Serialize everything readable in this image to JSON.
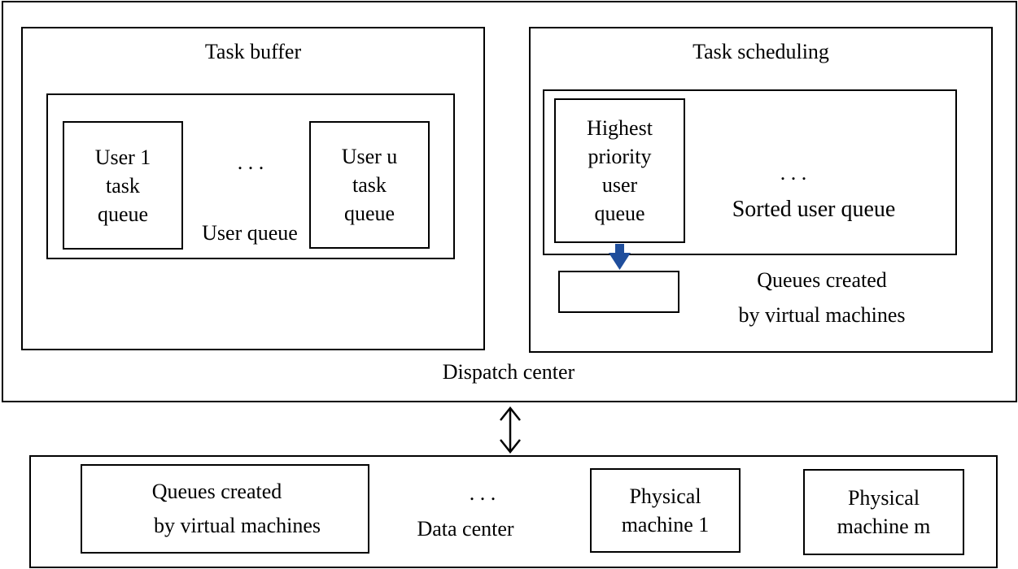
{
  "dispatch_center": {
    "label": "Dispatch center",
    "task_buffer": {
      "title": "Task buffer",
      "user_1_queue": [
        "User 1",
        "task",
        "queue"
      ],
      "ellipsis": ". . .",
      "user_queue_label": "User queue",
      "user_u_queue": [
        "User u",
        "task",
        "queue"
      ]
    },
    "task_scheduling": {
      "title": "Task scheduling",
      "highest_priority": [
        "Highest",
        "priority",
        "user",
        "queue"
      ],
      "ellipsis": ". . .",
      "sorted_queue_label": "Sorted user queue",
      "vm_queues_label": [
        "Queues created",
        "by virtual machines"
      ]
    }
  },
  "data_center": {
    "label": "Data center",
    "vm_queues": [
      "Queues created",
      "by virtual machines"
    ],
    "ellipsis": ". . .",
    "physical_machine_1": [
      "Physical",
      "machine 1"
    ],
    "physical_machine_m": [
      "Physical",
      "machine m"
    ]
  },
  "colors": {
    "arrow_accent": "#1f4e9c",
    "stroke": "#000000"
  }
}
